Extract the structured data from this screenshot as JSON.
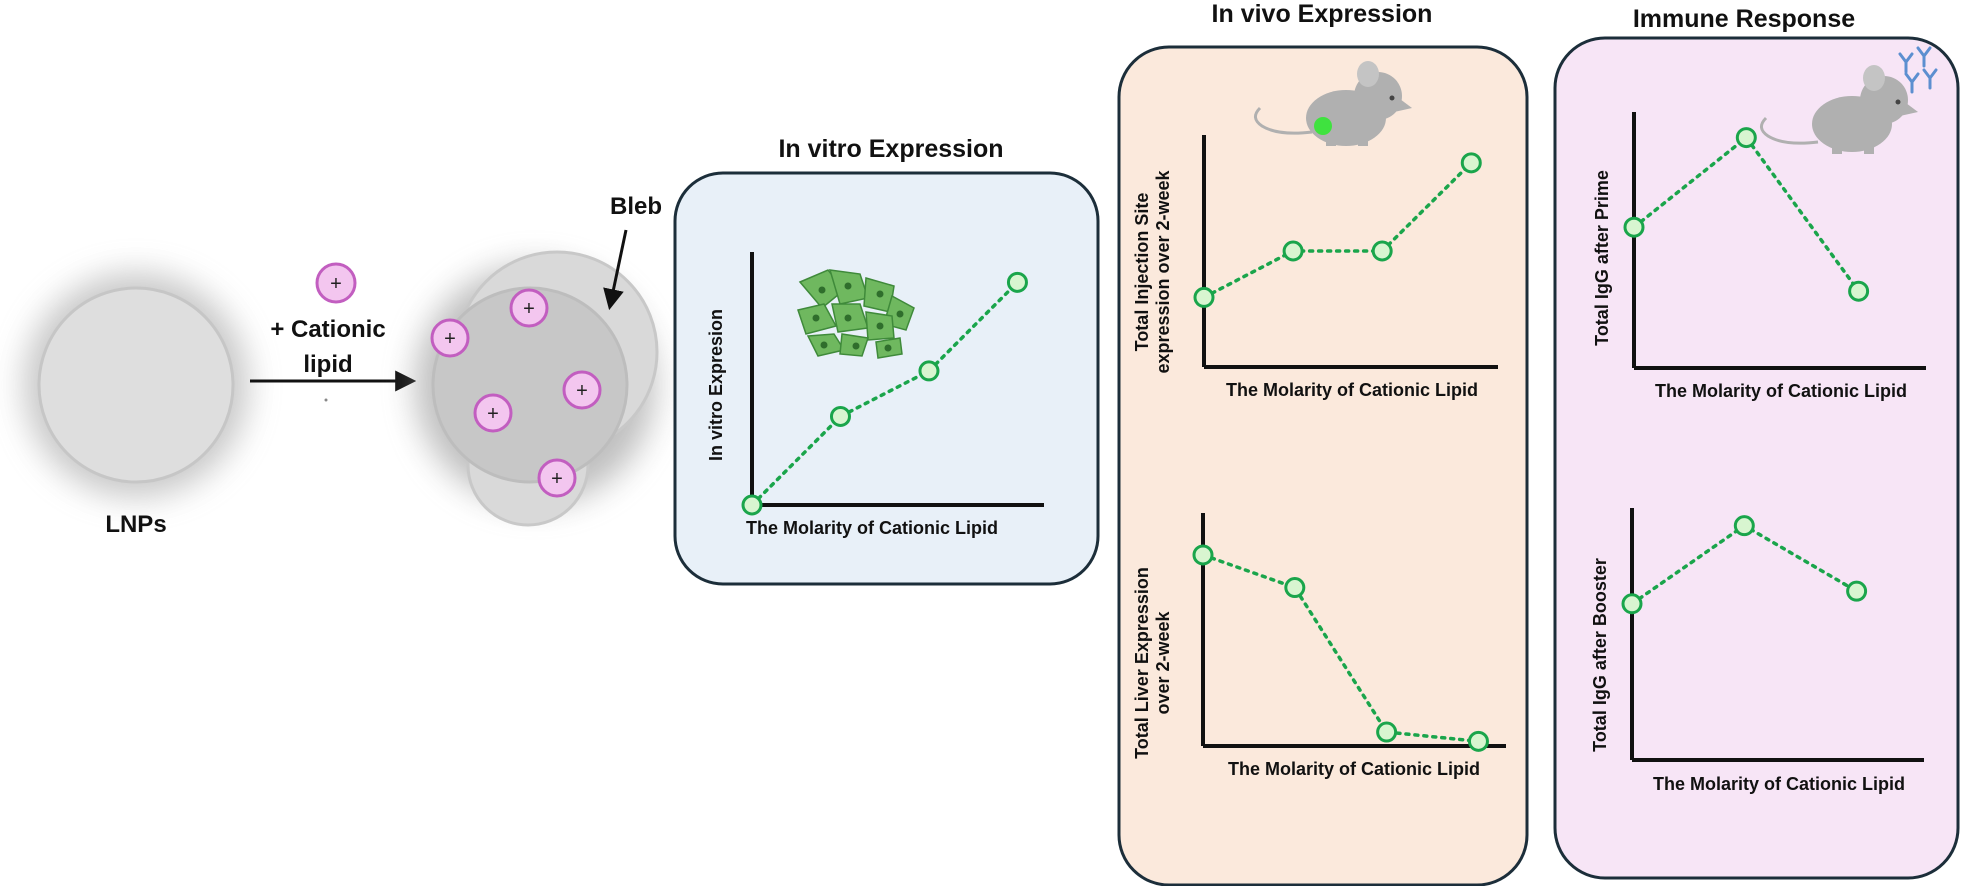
{
  "left": {
    "lnp_label": "LNPs",
    "cationic_label_line1": "+ Cationic",
    "cationic_label_line2": "lipid",
    "bleb_label": "Bleb",
    "plus_symbol": "+"
  },
  "colors": {
    "line_green": "#1aa54b",
    "marker_fill": "#d8f5d0",
    "cationic_fill": "#f3c6ef",
    "cationic_stroke": "#c25ec0",
    "in_vitro_bg": "#e8f0f8",
    "in_vivo_bg": "#fbe9dc",
    "immune_bg": "#f7e5f6",
    "mouse_gray": "#b0b0b0",
    "antibody_blue": "#5c8fd0"
  },
  "panels": {
    "in_vitro_title": "In vitro Expression",
    "in_vivo_title": "In vivo  Expression",
    "immune_title": "Immune Response"
  },
  "chart_data": [
    {
      "type": "line",
      "panel": "In vitro Expression",
      "xlabel": "The Molarity of Cationic Lipid",
      "ylabel": "In vitro Expresion",
      "x": [
        1,
        2,
        3,
        4
      ],
      "y": [
        0.0,
        0.35,
        0.53,
        0.88
      ],
      "xlim": [
        1,
        4.3
      ],
      "ylim": [
        0,
        1
      ]
    },
    {
      "type": "line",
      "panel": "In vivo  Expression",
      "xlabel": "The Molarity of Cationic Lipid",
      "ylabel": "Total Injection Site expression over 2-week",
      "x": [
        1,
        2,
        3,
        4
      ],
      "y": [
        0.3,
        0.5,
        0.5,
        0.88
      ],
      "xlim": [
        1,
        4.3
      ],
      "ylim": [
        0,
        1
      ]
    },
    {
      "type": "line",
      "panel": "In vivo  Expression",
      "xlabel": "The Molarity of Cationic Lipid",
      "ylabel": "Total Liver Expression over 2-week",
      "x": [
        1,
        2,
        3,
        4
      ],
      "y": [
        0.82,
        0.68,
        0.06,
        0.02
      ],
      "xlim": [
        1,
        4.3
      ],
      "ylim": [
        0,
        1
      ]
    },
    {
      "type": "line",
      "panel": "Immune Response",
      "xlabel": "The Molarity of Cationic Lipid",
      "ylabel": "Total IgG after Prime",
      "x": [
        1,
        2,
        3
      ],
      "y": [
        0.55,
        0.9,
        0.3
      ],
      "xlim": [
        1,
        3.6
      ],
      "ylim": [
        0,
        1
      ]
    },
    {
      "type": "line",
      "panel": "Immune Response",
      "xlabel": "The Molarity of Cationic Lipid",
      "ylabel": "Total IgG after Booster",
      "x": [
        1,
        2,
        3
      ],
      "y": [
        0.62,
        0.93,
        0.67
      ],
      "xlim": [
        1,
        3.6
      ],
      "ylim": [
        0,
        1
      ]
    }
  ]
}
